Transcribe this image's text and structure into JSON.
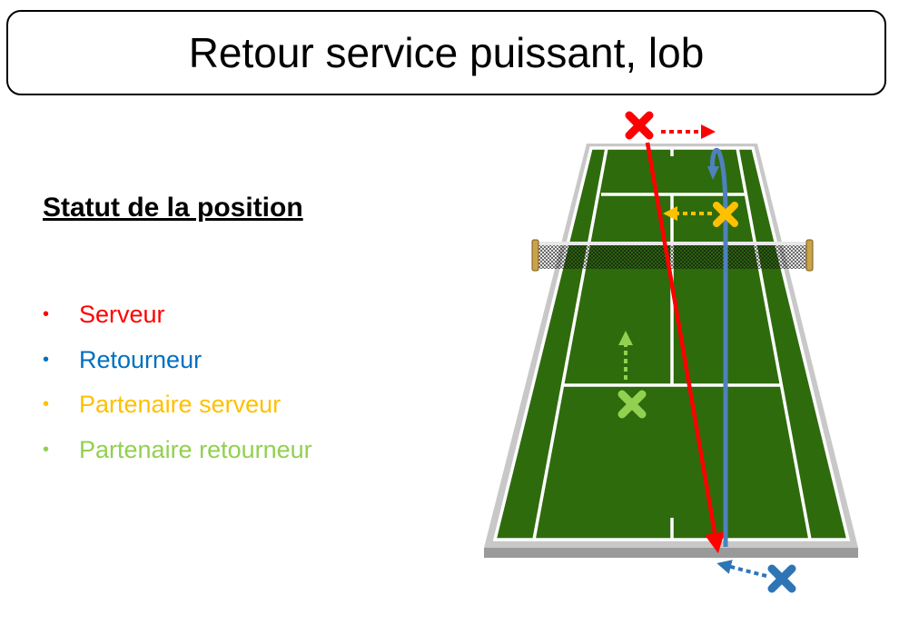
{
  "title": "Retour service puissant, lob",
  "status_heading": "Statut de la position",
  "legend": [
    {
      "label": "Serveur",
      "color": "#ff0000"
    },
    {
      "label": "Retourneur",
      "color": "#0070c0"
    },
    {
      "label": "Partenaire serveur",
      "color": "#ffc000"
    },
    {
      "label": "Partenaire retourneur",
      "color": "#92d050"
    }
  ],
  "colors": {
    "court_green": "#2e6b0d",
    "court_surround": "#c8c8c8",
    "lines": "#ffffff",
    "serve_path": "#ff0000",
    "return_path": "#4f81bd"
  }
}
